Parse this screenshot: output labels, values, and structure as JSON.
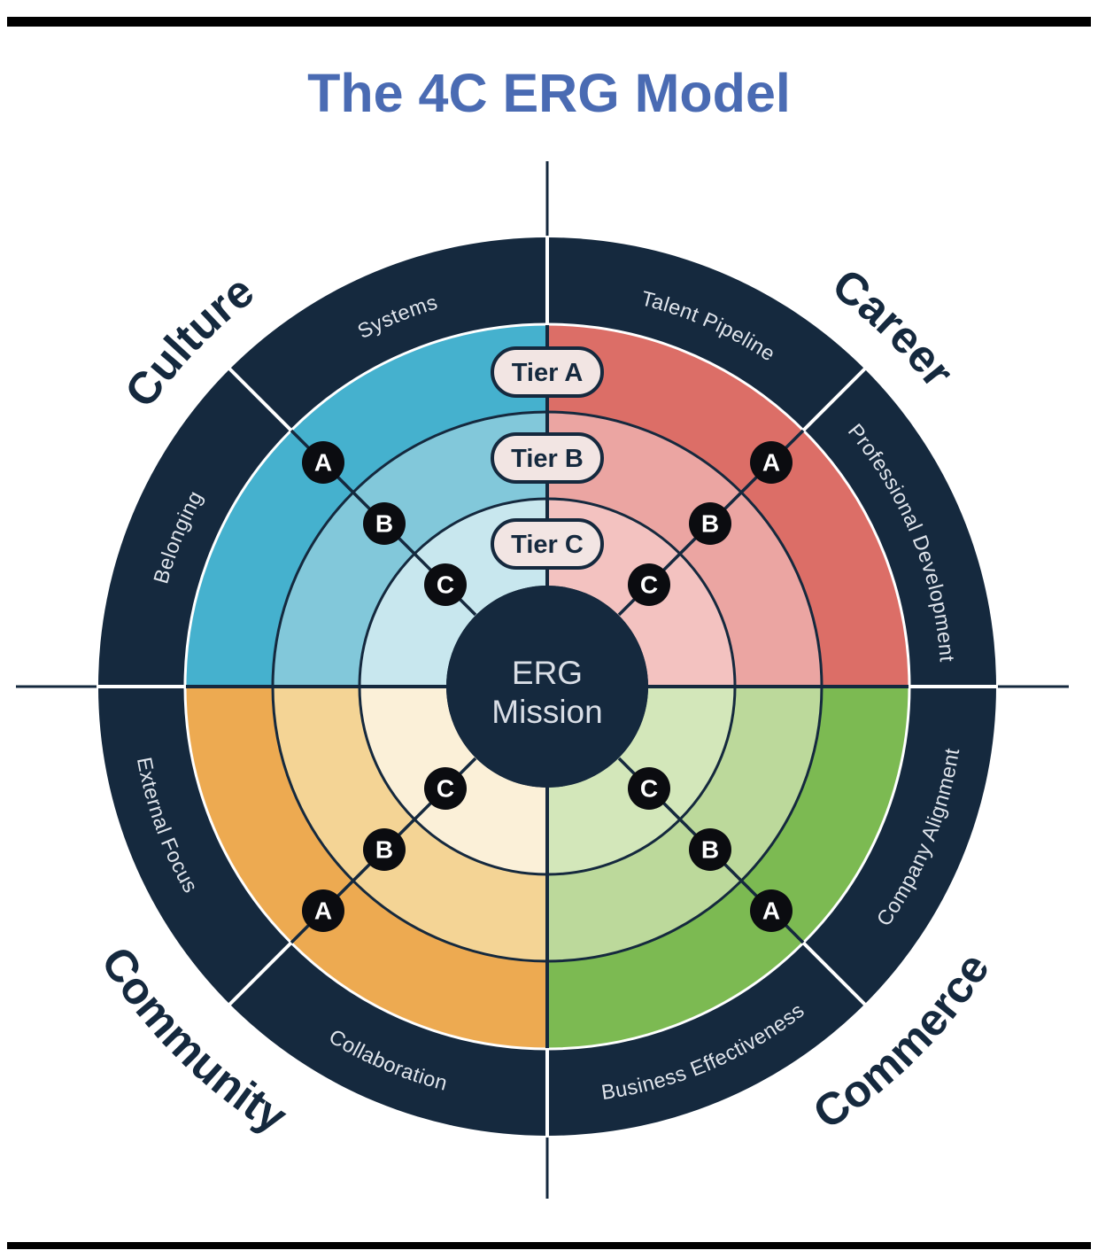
{
  "title": "The 4C ERG Model",
  "title_color": "#4a6bb3",
  "navy_color": "#15293e",
  "center": {
    "line1": "ERG",
    "line2": "Mission"
  },
  "tiers": [
    "Tier A",
    "Tier B",
    "Tier C"
  ],
  "quadrants": [
    {
      "name": "Culture",
      "position": "top-left",
      "band_colors": [
        "#45b1ce",
        "#82c8da",
        "#c8e7ee"
      ],
      "ring_labels": [
        "Systems",
        "Belonging"
      ],
      "markers": [
        "A",
        "B",
        "C"
      ]
    },
    {
      "name": "Career",
      "position": "top-right",
      "band_colors": [
        "#dc6e67",
        "#eba5a2",
        "#f3c2c0"
      ],
      "ring_labels": [
        "Talent Pipeline",
        "Professional Development"
      ],
      "markers": [
        "A",
        "B",
        "C"
      ]
    },
    {
      "name": "Commerce",
      "position": "bottom-right",
      "band_colors": [
        "#7cba52",
        "#bcd99b",
        "#d3e7ba"
      ],
      "ring_labels": [
        "Company Alignment",
        "Business Effectiveness"
      ],
      "markers": [
        "A",
        "B",
        "C"
      ]
    },
    {
      "name": "Community",
      "position": "bottom-left",
      "band_colors": [
        "#edaa51",
        "#f4d495",
        "#fbf0d8"
      ],
      "ring_labels": [
        "External Focus",
        "Collaboration"
      ],
      "markers": [
        "A",
        "B",
        "C"
      ]
    }
  ]
}
